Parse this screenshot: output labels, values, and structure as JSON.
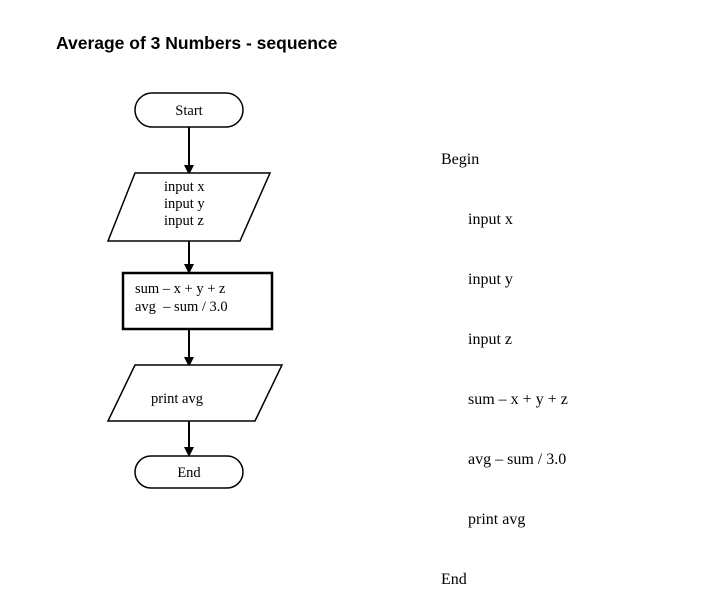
{
  "title": "Average of 3 Numbers - sequence",
  "flowchart": {
    "start": "Start",
    "input": [
      "input x",
      "input y",
      "input z"
    ],
    "process": [
      "sum – x + y + z",
      "avg  – sum / 3.0"
    ],
    "output": "print avg",
    "end": "End"
  },
  "pseudocode": {
    "begin": "Begin",
    "body": [
      "input x",
      "input y",
      "input z",
      "sum – x + y + z",
      "avg – sum / 3.0",
      "print avg"
    ],
    "end": "End"
  }
}
